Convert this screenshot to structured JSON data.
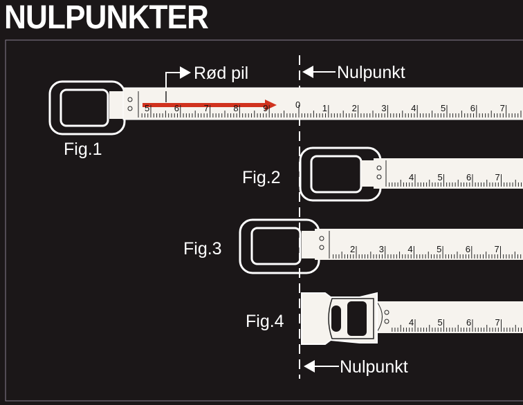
{
  "title": "NULPUNKTER",
  "labels": {
    "red_arrow": "Rød pil",
    "zero_point_top": "Nulpunkt",
    "zero_point_bottom": "Nulpunkt",
    "fig1": "Fig.1",
    "fig2": "Fig.2",
    "fig3": "Fig.3",
    "fig4": "Fig.4"
  },
  "tapes": {
    "fig1": {
      "numbers": [
        "5",
        "6",
        "7",
        "8",
        "9",
        "0",
        "1",
        "2",
        "3",
        "4",
        "5",
        "6",
        "7"
      ]
    },
    "fig2": {
      "numbers": [
        "4",
        "5",
        "6",
        "7"
      ]
    },
    "fig3": {
      "numbers": [
        "2",
        "3",
        "4",
        "5",
        "6",
        "7"
      ]
    },
    "fig4": {
      "numbers": [
        "4",
        "5",
        "6",
        "7"
      ]
    }
  },
  "colors": {
    "background": "#1b1718",
    "tape": "#f6f3ee",
    "red_arrow": "#d0321e",
    "line": "#ffffff"
  }
}
